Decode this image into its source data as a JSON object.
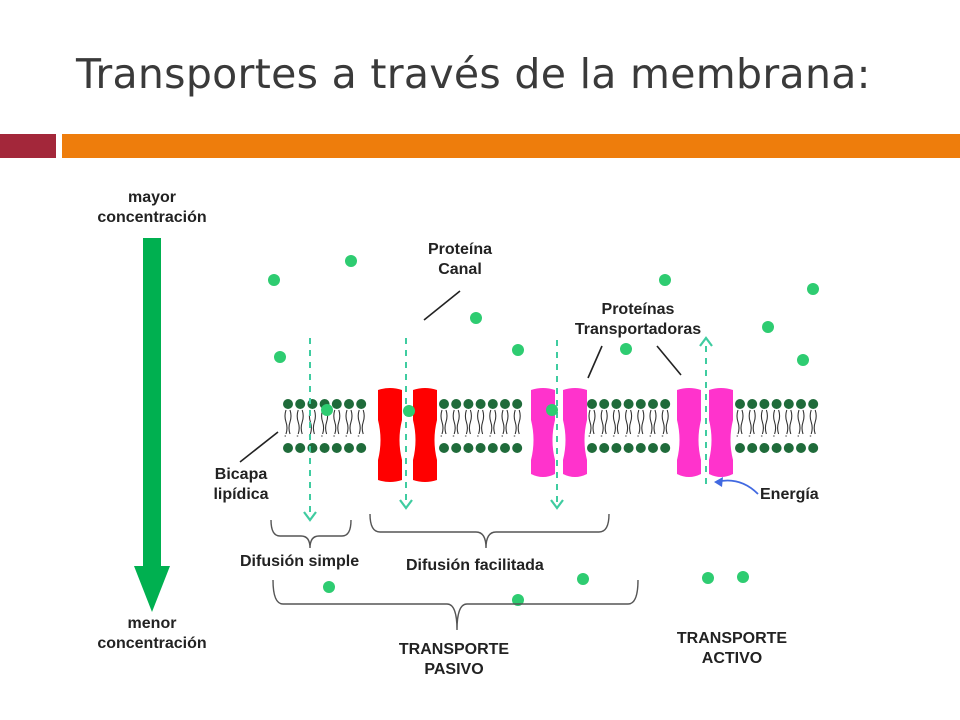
{
  "slide": {
    "title": "Transportes a través de la membrana:",
    "colors": {
      "accent_red": "#a3273a",
      "accent_orange": "#ee7d0c",
      "gradient_arrow": "#00b050",
      "channel_protein": "#ff0000",
      "carrier_protein": "#ff33cc",
      "molecule": "#2ecc71",
      "energy_arrow": "#4169e1"
    }
  },
  "labels": {
    "mayor_1": "mayor",
    "mayor_2": "concentración",
    "menor_1": "menor",
    "menor_2": "concentración",
    "canal_1": "Proteína",
    "canal_2": "Canal",
    "transp_1": "Proteínas",
    "transp_2": "Transportadoras",
    "bicapa_1": "Bicapa",
    "bicapa_2": "lipídica",
    "energia": "Energía",
    "dif_simple": "Difusión simple",
    "dif_facilitada": "Difusión facilitada",
    "pasivo_1": "TRANSPORTE",
    "pasivo_2": "PASIVO",
    "activo_1": "TRANSPORTE",
    "activo_2": "ACTIVO"
  }
}
